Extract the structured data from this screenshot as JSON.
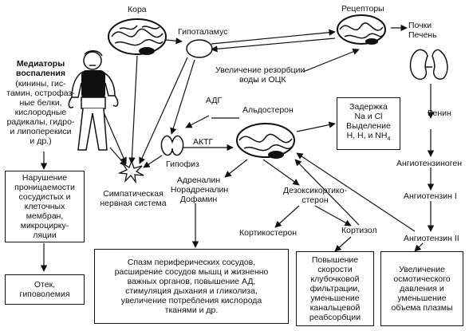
{
  "labels": {
    "cortex": "Кора",
    "hypothalamus": "Гипоталамус",
    "receptors": "Рецепторы",
    "kidneys": "Почки",
    "liver": "Печень",
    "mediators_title_1": "Медиаторы",
    "mediators_title_2": "воспаления",
    "mediators_body_1": "(кинины, гис-",
    "mediators_body_2": "тамин, острофаз-",
    "mediators_body_3": "ные белки,",
    "mediators_body_4": "кислородные",
    "mediators_body_5": "радикалы, гидро-",
    "mediators_body_6": "и липоперекиси",
    "mediators_body_7": "и др.)",
    "resorption_1": "Увеличение резорбции",
    "resorption_2": "воды и ОЦК",
    "adh": "АДГ",
    "aldosterone": "Альдостерон",
    "renin": "Ренин",
    "actg": "АКТГ",
    "hypophysis": "Гипофиз",
    "symp_1": "Симпатическая",
    "symp_2": "нервная система",
    "catechol_1": "Адреналин",
    "catechol_2": "Норадреналин",
    "catechol_3": "Дофамин",
    "deoxy_1": "Дезоксикортико-",
    "deoxy_2": "стерон",
    "angiotensinogen": "Ангиотензиноген",
    "angiotensin1": "Ангиотензин I",
    "corticosterone": "Кортикостерон",
    "cortisol": "Кортизол",
    "angiotensin2": "Ангиотензин II"
  },
  "boxes": {
    "retention_1": "Задержка",
    "retention_2": "Na и Cl",
    "retention_3": "Выделение",
    "retention_4": "Н, Н, и NH",
    "retention_4_sub": "4",
    "permeability_1": "Нарушение",
    "permeability_2": "проницаемости",
    "permeability_3": "сосудистых и",
    "permeability_4": "клеточных",
    "permeability_5": "мембран,",
    "permeability_6": "микроцирку-",
    "permeability_7": "ляции",
    "edema_1": "Отек,",
    "edema_2": "гиповолемия",
    "spasm_1": "Спазм периферических сосудов,",
    "spasm_2": "расширение сосудов мышц и жизненно",
    "spasm_3": "важных органов, повышение АД,",
    "spasm_4": "стимуляция дыхания и гликолиза,",
    "spasm_5": "увеличение потребления кислорода",
    "spasm_6": "тканями и др.",
    "filtration_1": "Повышение",
    "filtration_2": "скорости",
    "filtration_3": "клубочковой",
    "filtration_4": "фильтрации,",
    "filtration_5": "уменьшение",
    "filtration_6": "канальцевой",
    "filtration_7": "реабсорбции",
    "osmotic_1": "Увеличение",
    "osmotic_2": "осмотического",
    "osmotic_3": "давления и",
    "osmotic_4": "уменьшение",
    "osmotic_5": "объема плазмы"
  }
}
